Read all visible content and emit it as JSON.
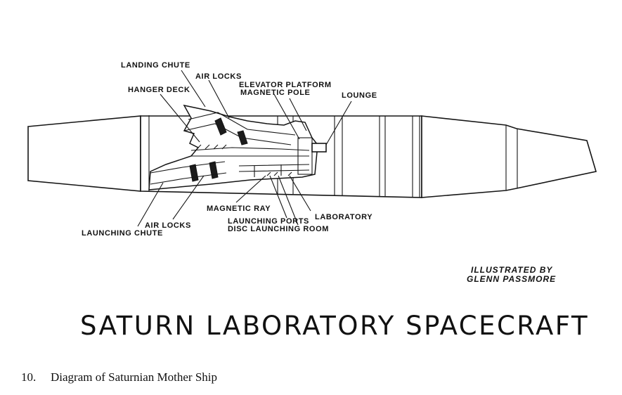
{
  "labels": {
    "landing_chute": "LANDING CHUTE",
    "air_locks_top": "AIR LOCKS",
    "elevator_platform": "ELEVATOR PLATFORM",
    "magnetic_pole": "MAGNETIC POLE",
    "lounge": "LOUNGE",
    "hanger_deck": "HANGER DECK",
    "magnetic_ray": "MAGNETIC RAY",
    "laboratory": "LABORATORY",
    "launching_ports": "LAUNCHING PORTS",
    "disc_launching_room": "DISC LAUNCHING ROOM",
    "air_locks_bottom": "AIR LOCKS",
    "launching_chute": "LAUNCHING CHUTE"
  },
  "credit": {
    "line1": "ILLUSTRATED BY",
    "line2": "GLENN PASSMORE"
  },
  "title": "SATURN LABORATORY SPACECRAFT",
  "caption": {
    "number": "10.",
    "text": "Diagram of Saturnian Mother Ship"
  }
}
